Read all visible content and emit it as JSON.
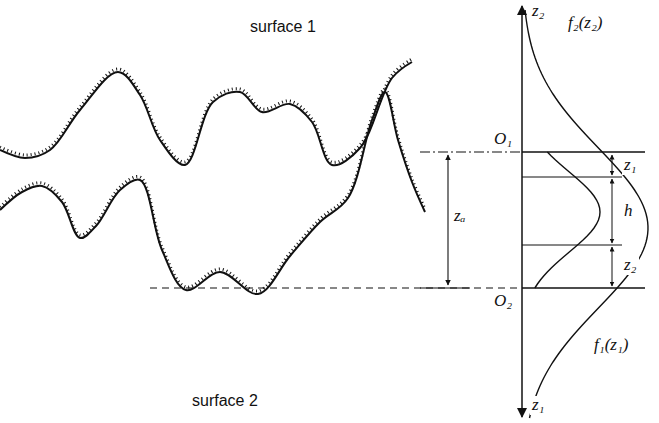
{
  "diagram": {
    "labels": [
      "surface 1",
      "surface 2",
      "z₂",
      "O₁",
      "f₂(z₂)",
      "z₁",
      "zₐ",
      "h",
      "z₂",
      "O₂",
      "f₁(z₁)",
      "z₁"
    ]
  }
}
